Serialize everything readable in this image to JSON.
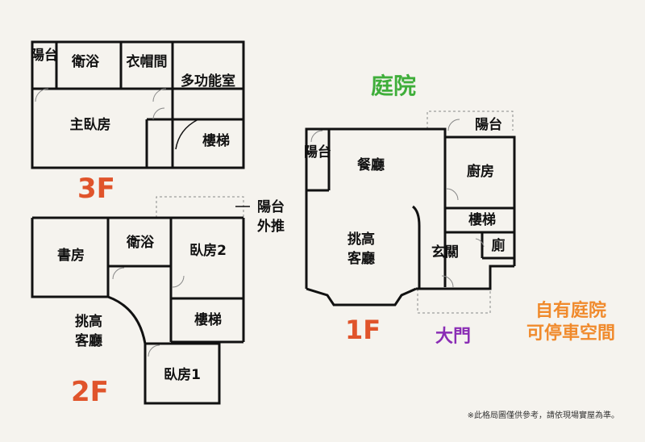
{
  "floors": {
    "f3": {
      "label": "3F",
      "rooms": {
        "balcony": "陽台",
        "bath": "衛浴",
        "closet": "衣帽間",
        "multi": "多功能室",
        "master": "主臥房",
        "stairs": "樓梯"
      }
    },
    "f2": {
      "label": "2F",
      "rooms": {
        "study": "書房",
        "bath": "衛浴",
        "bedroom2": "臥房2",
        "stairs": "樓梯",
        "highliving_line1": "挑高",
        "highliving_line2": "客廳",
        "bedroom1": "臥房1",
        "balcony_out_line1": "陽台",
        "balcony_out_line2": "外推"
      }
    },
    "f1": {
      "label": "1F",
      "rooms": {
        "balcony_left": "陽台",
        "dining": "餐廳",
        "highliving_line1": "挑高",
        "highliving_line2": "客廳",
        "kitchen": "廚房",
        "stairs": "樓梯",
        "foyer": "玄關",
        "toilet": "廁",
        "balcony_top": "陽台"
      }
    }
  },
  "labels": {
    "garden": "庭院",
    "gate": "大門",
    "parking_line1": "自有庭院",
    "parking_line2": "可停車空間",
    "disclaimer": "※此格局圖僅供參考，請依現場實屋為準。"
  },
  "colors": {
    "floor_label": "#e0542b",
    "garden": "#3fae3a",
    "gate": "#8a2db5",
    "parking": "#f08a2c",
    "wall": "#111111"
  }
}
